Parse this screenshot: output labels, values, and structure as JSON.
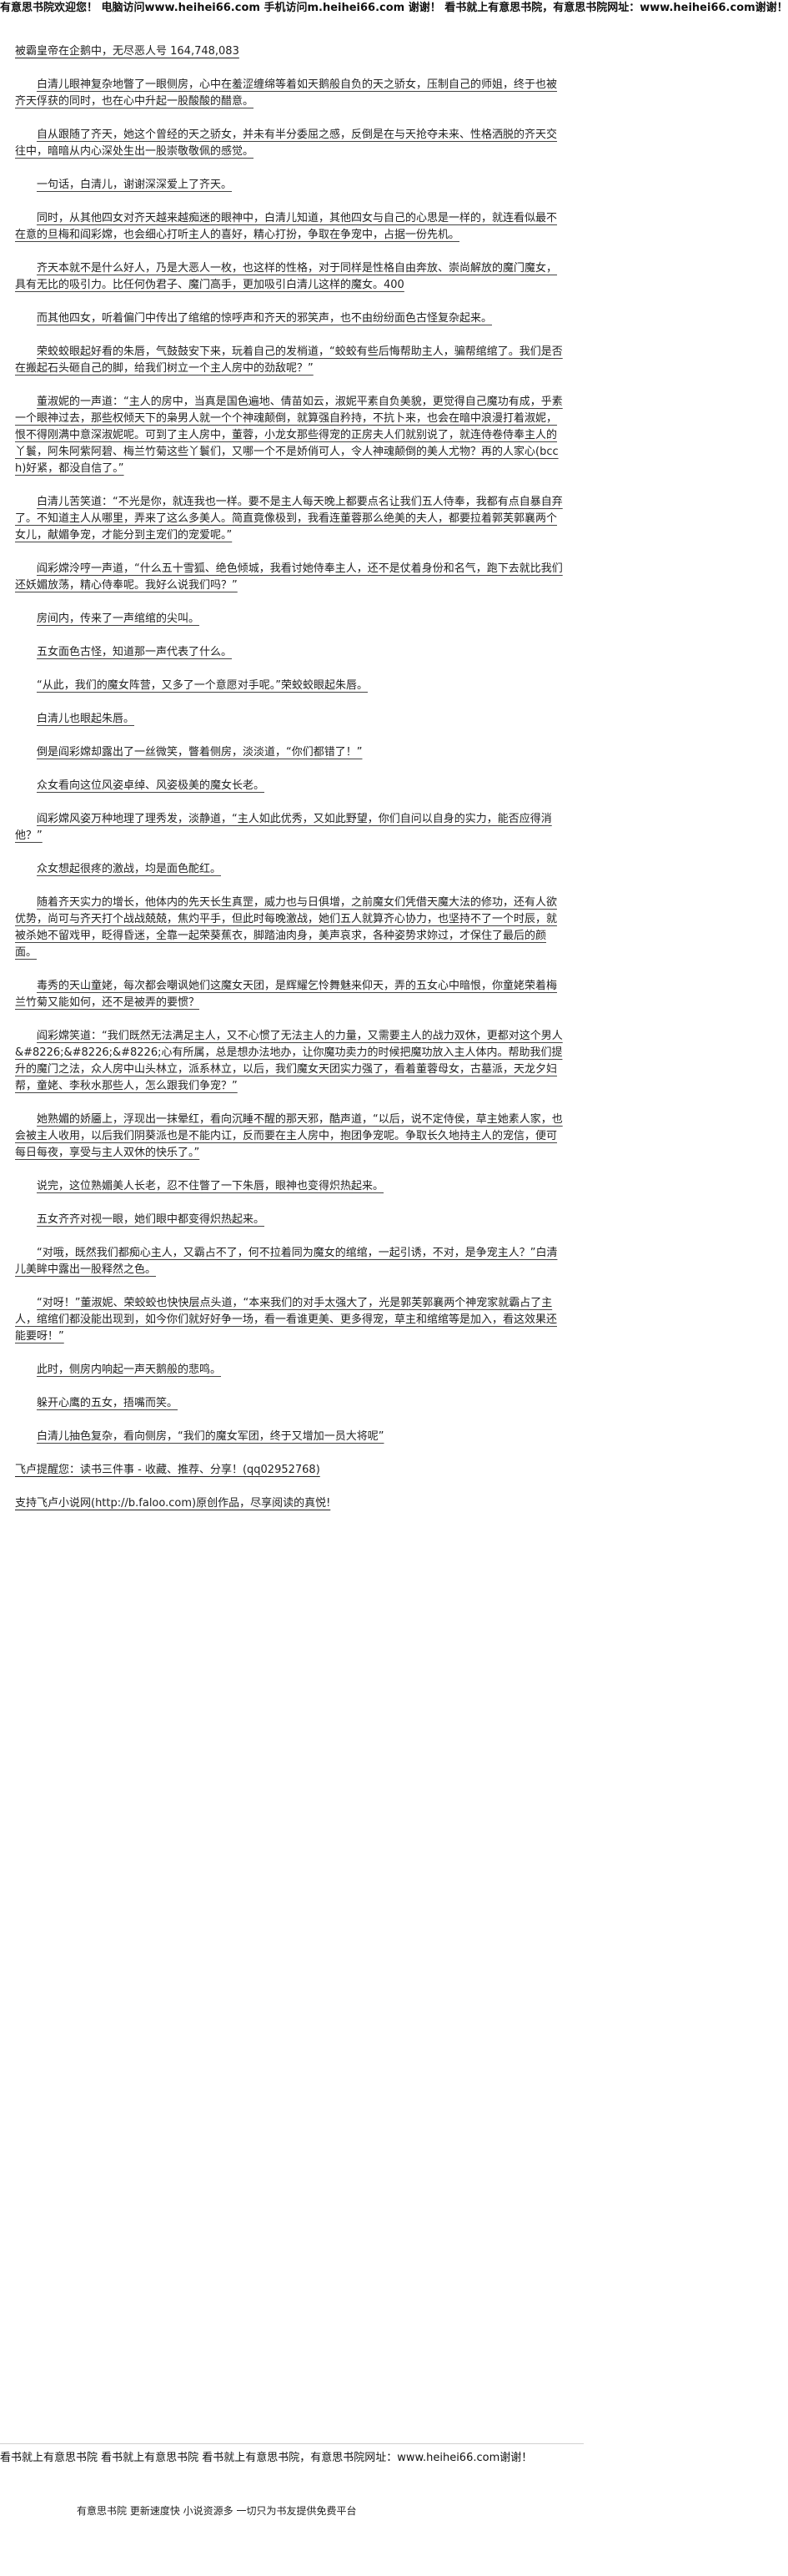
{
  "header": {
    "site_line": "有意思书院欢迎您！ 电脑访问www.heihei66.com 手机访问m.heihei66.com 谢谢！ 看书就上有意思书院，有意思书院网址：www.heihei66.com谢谢！"
  },
  "chapter": {
    "paragraphs": [
      "被霸皇帝在企鹅中，无尽恶人号 164,748,083",
      "白清儿眼神复杂地瞥了一眼侧房，心中在羞涩缠绵等着如天鹅般自负的天之骄女，压制自己的师姐，终于也被齐天俘获的同时，也在心中升起一股酸酸的醋意。",
      "自从跟随了齐天，她这个曾经的天之骄女，并未有半分委屈之感，反倒是在与天抢夺未来、性格洒脱的齐天交往中，暗暗从内心深处生出一股崇敬敬佩的感觉。",
      "一句话，白清儿，谢谢深深爱上了齐天。",
      "同时，从其他四女对齐天越来越痴迷的眼神中，白清儿知道，其他四女与自己的心思是一样的，就连看似最不在意的旦梅和阎彩嫦，也会细心打听主人的喜好，精心打扮，争取在争宠中，占据一份先机。",
      "齐天本就不是什么好人，乃是大恶人一枚，也这样的性格，对于同样是性格自由奔放、崇尚解放的魔门魔女，具有无比的吸引力。比任何伪君子、魔门高手，更加吸引白清儿这样的魔女。400",
      "而其他四女，听着偏门中传出了绾绾的惊呼声和齐天的邪笑声，也不由纷纷面色古怪复杂起来。",
      "荣蛟蛟眼起好看的朱唇，气鼓鼓安下来，玩着自己的发梢道，“蛟蛟有些后悔帮助主人，骗帮绾绾了。我们是否在搬起石头砸自己的脚，给我们树立一个主人房中的劲敌呢？”",
      "董淑妮的一声道：“主人的房中，当真是国色遍地、倩苗如云，淑妮平素自负美貌，更觉得自己魔功有成，乎素一个眼神过去，那些权倾天下的枭男人就一个个神魂颠倒，就算强自矜持，不抗卜来，也会在暗中浪漫打着淑妮，恨不得刚满中意深淑妮呢。可到了主人房中，董蓉，小龙女那些得宠的正房夫人们就别说了，就连侍卷侍奉主人的丫鬟，阿朱阿紫阿碧、梅兰竹菊这些丫鬟们，又哪一个不是娇俏可人，令人神魂颠倒的美人尤物？再的人家心(bcch)好紧，都没自信了。”",
      "白清儿苦笑道：“不光是你，就连我也一样。要不是主人每天晚上都要点名让我们五人侍奉，我都有点自暴自弃了。不知道主人从哪里，弄来了这么多美人。简直竟像极到，我看连董蓉那么绝美的夫人，都要拉着郭芙郭襄两个女儿，献媚争宠，才能分到主宠们的宠爱呢。”",
      "阎彩嫦泠哼一声道，“什么五十雪狐、绝色倾城，我看讨她侍奉主人，还不是仗着身份和名气，跑下去就比我们还妖媚放荡，精心侍奉呢。我好么说我们吗？”",
      "房间内，传来了一声绾绾的尖叫。",
      "五女面色古怪，知道那一声代表了什么。",
      "“从此，我们的魔女阵营，又多了一个意愿对手呢。”荣蛟蛟眼起朱唇。",
      "白清儿也眼起朱唇。",
      "倒是阎彩嫦却露出了一丝微笑，瞥着侧房，淡淡道，“你们都错了！”",
      "众女看向这位风姿卓绰、风姿极美的魔女长老。",
      "阎彩嫦风姿万种地理了理秀发，淡静道，“主人如此优秀，又如此野望，你们自问以自身的实力，能否应得消他？”",
      "众女想起很疼的激战，均是面色酡红。",
      "随着齐天实力的增长，他体内的先天长生真罡，威力也与日俱增，之前魔女们凭借天魔大法的修功，还有人欲优势，尚可与齐天打个战战兢兢，焦灼平手，但此时每晚激战，她们五人就算齐心协力，也坚持不了一个时辰，就被杀她不留戏甲，眨得昏迷，全靠一起荣葵蕉衣，脚踏油肉身，美声哀求，各种姿势求妳过，才保住了最后的颜面。",
      "毒秀的天山童姥，每次都会嘲讽她们这魔女天团，是辉耀乞怜舞魅来仰天，弄的五女心中暗恨，你童姥荣着梅兰竹菊又能如何，还不是被弄的要惯？",
      "阎彩嫦笑道：“我们既然无法满足主人，又不心惯了无法主人的力量，又需要主人的战力双休，更都对这个男人&#8226;&#8226;&#8226;心有所属，总是想办法地办，让你魔功卖力的时候把魔功放入主人体内。帮助我们提升的魔门之法，众人房中山头林立，派系林立，以后，我们魔女天团实力强了，看着董蓉母女，古墓派，天龙夕妇帮，童姥、李秋水那些人，怎么跟我们争宠？”",
      "她熟媚的娇靥上，浮现出一抹晕红，看向沉睡不醒的那天邪，酷声道，“以后，说不定侍侯，草主她素人家，也会被主人收用，以后我们阴葵派也是不能内讧，反而要在主人房中，抱团争宠呢。争取长久地持主人的宠信，便可每日每夜，享受与主人双休的快乐了。”",
      "说完，这位熟媚美人长老，忍不住瞥了一下朱唇，眼神也变得炽热起来。",
      "五女齐齐对视一眼，她们眼中都变得炽热起来。",
      "“对哦，既然我们都痴心主人，又霸占不了，何不拉着同为魔女的绾绾，一起引诱，不对，是争宠主人？”白清儿美眸中露出一股释然之色。",
      "“对呀！”董淑妮、荣蛟蛟也快快层点头道，“本来我们的对手太强大了，光是郭芙郭襄两个神宠家就霸占了主人，绾绾们都没能出现到，如今你们就好好争一场，看一看谁更美、更多得宠，草主和绾绾等是加入，看这效果还能要呀！”",
      "此时，侧房内响起一声天鹅般的悲鸣。",
      "躲开心鹰的五女，捂嘴而笑。",
      "白清儿抽色复杂，看向侧房，“我们的魔女军团，终于又增加一员大将呢”"
    ],
    "footer_note": "飞卢提醒您：读书三件事 - 收藏、推荐、分享！(qq02952768)",
    "support_line": "支持飞卢小说网(http://b.faloo.com)原创作品，尽享阅读的真悦!"
  },
  "footer": {
    "site_line": "看书就上有意思书院 看书就上有意思书院 看书就上有意思书院，有意思书院网址：www.heihei66.com谢谢！",
    "link_text": "有意思书院 更新速度快 小说资源多 一切只为书友提供免费平台"
  }
}
